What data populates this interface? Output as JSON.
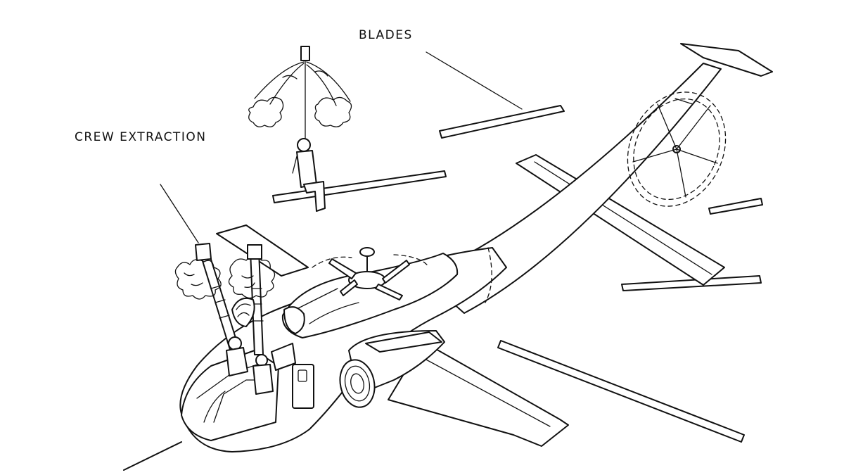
{
  "labels": {
    "crew_extraction": "CREW EXTRACTION",
    "blades": "BLADES"
  },
  "colors": {
    "ink": "#111111",
    "background": "#ffffff"
  },
  "icons": [
    "ejected-crew-figure",
    "rotor-hub",
    "parachute-canopy",
    "tail-rotor"
  ]
}
